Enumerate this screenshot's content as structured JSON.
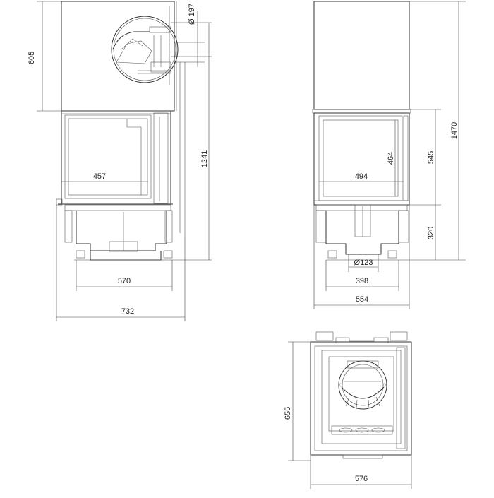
{
  "dimensions": {
    "side_hood_height": "605",
    "flue_diameter": "Ø 197",
    "overall_height_side": "1241",
    "side_door_width": "457",
    "side_feet_span": "570",
    "side_overall_width": "732",
    "front_overall_height": "1470",
    "front_glass_height": "464",
    "front_door_height": "545",
    "front_door_width": "494",
    "front_base_height": "320",
    "front_air_inlet": "Ø123",
    "front_feet_span": "398",
    "front_overall_width": "554",
    "top_depth": "655",
    "top_width": "576"
  }
}
